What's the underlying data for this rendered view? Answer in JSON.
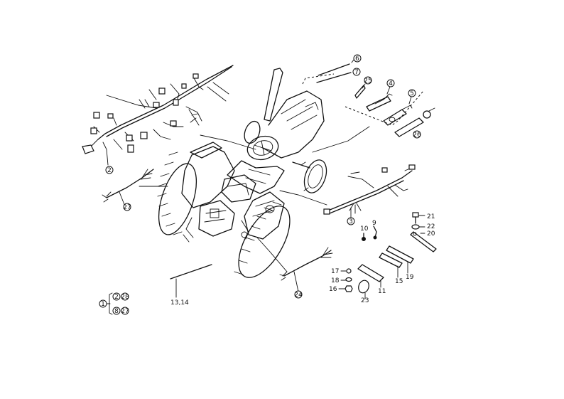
{
  "callouts": {
    "c1": "1",
    "c2": "2",
    "c3": "3",
    "c4": "4",
    "c5": "5",
    "c6": "6",
    "c7": "7",
    "c8": "8",
    "c9": "9",
    "c10": "10",
    "c11": "11",
    "c13_14": "13,14",
    "c15": "15",
    "c16": "16",
    "c17": "17",
    "c18": "18",
    "c19": "19",
    "c20": "20",
    "c21": "21",
    "c22": "22",
    "c23": "23",
    "c24": "24",
    "c25": "25",
    "c26": "26",
    "c27": "27",
    "c28": "28"
  }
}
